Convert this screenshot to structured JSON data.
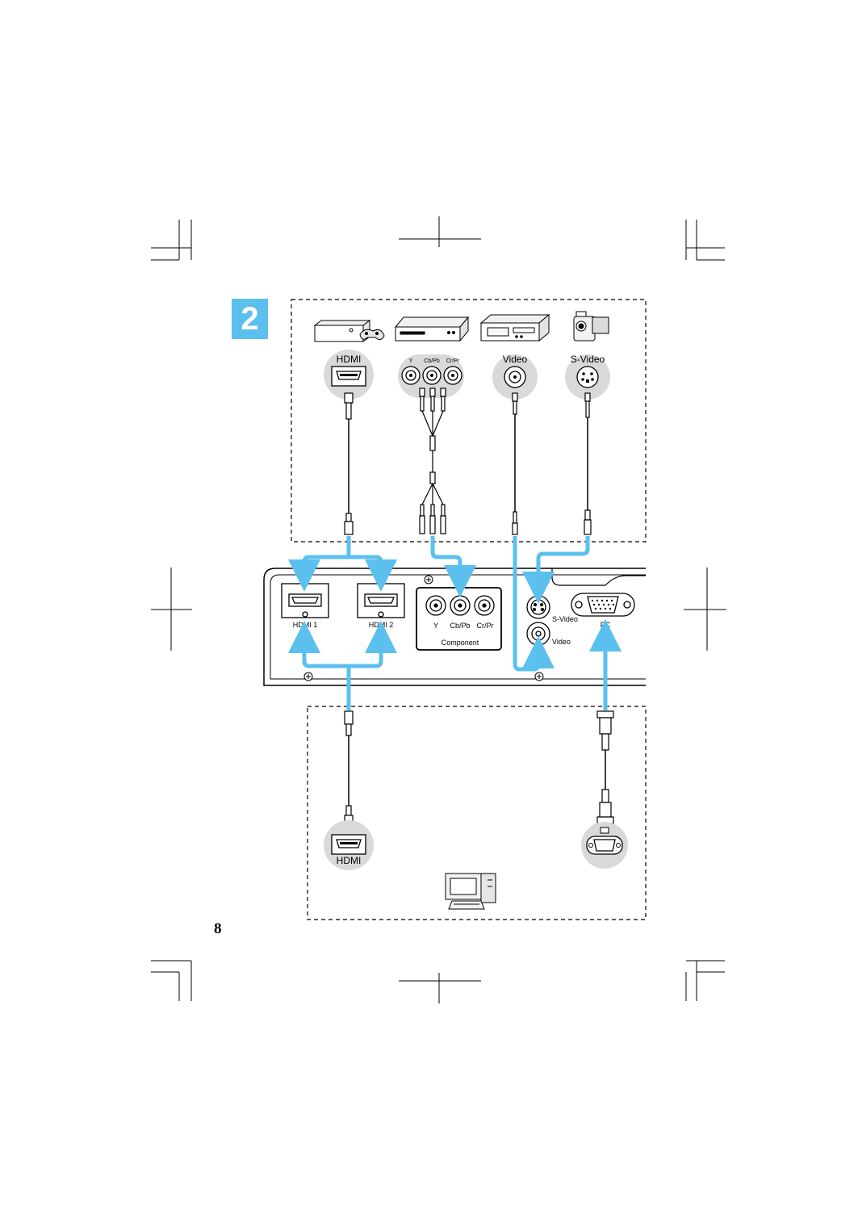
{
  "page_number": "8",
  "step_number": "2",
  "colors": {
    "accent": "#5bc0ee",
    "port_circle": "#d9d9d9",
    "line": "#000000"
  },
  "sources": {
    "hdmi_label": "HDMI",
    "component_y": "Y",
    "component_cb": "Cb/Pb",
    "component_cr": "Cr/Pr",
    "video_label": "Video",
    "svideo_label": "S-Video"
  },
  "projector": {
    "hdmi1": "HDMI 1",
    "hdmi2": "HDMI 2",
    "comp_y": "Y",
    "comp_cb": "Cb/Pb",
    "comp_cr": "Cr/Pr",
    "component_label": "Component",
    "svideo": "S-Video",
    "video": "Video",
    "pc": "PC"
  },
  "computer": {
    "hdmi_label": "HDMI"
  },
  "icons": [
    "game-console-icon",
    "dvd-player-icon",
    "vcr-icon",
    "camcorder-icon",
    "computer-icon",
    "screw-icon",
    "hdmi-port-icon",
    "vga-port-icon"
  ]
}
